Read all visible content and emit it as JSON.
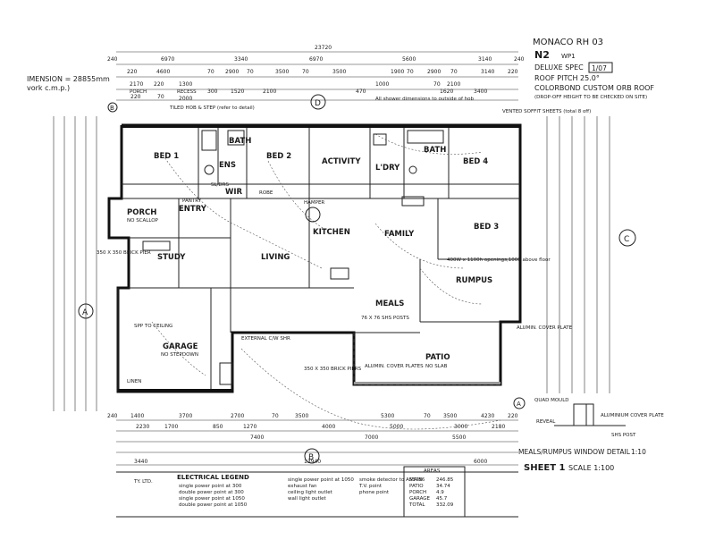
{
  "title_block": {
    "plan_name": "MONACO RH 03",
    "code": "N2",
    "wp": "WP1",
    "spec": "DELUXE SPEC",
    "revision": "1/07",
    "roof_pitch": "ROOF PITCH 25.0°",
    "roof": "COLORBOND CUSTOM ORB ROOF",
    "roof_note": "(DROP-OFF HEIGHT TO BE CHECKED ON SITE)",
    "sheet": "SHEET 1",
    "scale": "SCALE 1:100"
  },
  "dimension_note": {
    "line1": "IMENSION = 28855mm",
    "line2": "vork c.m.p.)"
  },
  "top_dims": {
    "overall": "23720",
    "row2": [
      "240",
      "6970",
      "3340",
      "6970",
      "5600",
      "3140",
      "240"
    ],
    "row3": [
      "220",
      "4600",
      "70",
      "2900",
      "70",
      "3500",
      "70",
      "3500",
      "1900",
      "70",
      "2900",
      "70",
      "3140",
      "220"
    ],
    "row4": [
      "2170",
      "PORCH",
      "220",
      "RECESS",
      "1300",
      "300",
      "1520",
      "2100",
      "470",
      "70",
      "1620",
      "3400"
    ],
    "row5": [
      "220",
      "70",
      "2000",
      "1000",
      "2100"
    ]
  },
  "bottom_dims": {
    "row1": [
      "240",
      "1400",
      "3700",
      "2700",
      "70",
      "3500",
      "5300",
      "70",
      "3500",
      "4230",
      "220"
    ],
    "row2": [
      "2230",
      "1700",
      "850",
      "1270",
      "4000",
      "5000",
      "3000",
      "2180"
    ],
    "row3": [
      "7400",
      "7000",
      "5500"
    ],
    "row4": [
      "3440",
      "13940",
      "6000"
    ]
  },
  "markers": {
    "top": "D",
    "bottom": "B",
    "left": "A",
    "right": "C",
    "right_bottom": "A",
    "left_top": "B"
  },
  "rooms": {
    "bed1": "BED 1",
    "ens": "ENS",
    "bath1": "BATH",
    "bed2": "BED 2",
    "activity": "ACTIVITY",
    "ldry": "L'DRY",
    "bath2": "BATH",
    "bed4": "BED 4",
    "wir": "WIR",
    "porch": "PORCH",
    "entry": "ENTRY",
    "study": "STUDY",
    "living": "LIVING",
    "kitchen": "KITCHEN",
    "family": "FAMILY",
    "bed3": "BED 3",
    "meals": "MEALS",
    "rumpus": "RUMPUS",
    "garage": "GARAGE",
    "patio": "PATIO"
  },
  "notes": {
    "porch_no_scallop": "NO SCALLOP",
    "garage_no_stepdown": "NO STEPDOWN",
    "patio_no_slab": "NO SLAB",
    "spp_to_ceiling": "SPP TO CEILING",
    "external_cw_shr": "EXTERNAL C/W SHR",
    "brick_piers": "350 X 350 BRICK PIERS",
    "brick_pier_left": "350 X 350 BRICK PIER",
    "alumin_cover_plates": "ALUMIN. COVER PLATES",
    "alumin_cover_plate": "ALUMIN. COVER PLATE",
    "hamper": "HAMPER",
    "robe": "ROBE",
    "sl_drs": "SL/DRS",
    "linen": "LINEN",
    "pantry": "PANTRY",
    "vented_soffit": "VENTED SOFFIT SHEETS (total 8 off)",
    "shower_dims": "All shower dimensions to outside of hob",
    "tiled_hob": "TILED HOB & STEP (refer to detail)",
    "sps_post": "76 X 76 SHS POSTS",
    "rumpus_opening": "400W x 1100h openings,1000 above floor",
    "meals_window_detail": "MEALS/RUMPUS WINDOW DETAIL",
    "detail_scale": "1:10",
    "quad_mould": "QUAD MOULD",
    "reveal": "REVEAL",
    "alum_cover_plate_detail": "ALUMINIUM COVER PLATE",
    "shs_post": "SHS POST"
  },
  "areas": {
    "heading": "AREAS",
    "rows": [
      {
        "label": "MAIN",
        "value": "246.85"
      },
      {
        "label": "PATIO",
        "value": "34.74"
      },
      {
        "label": "PORCH",
        "value": "4.9"
      },
      {
        "label": "GARAGE",
        "value": "45.7"
      },
      {
        "label": "TOTAL",
        "value": "332.09"
      }
    ]
  },
  "legend": {
    "heading": "ELECTRICAL LEGEND",
    "col1": [
      "single power point at 300",
      "double power point at 300",
      "single power point at 1050",
      "double power point at 1050"
    ],
    "col2": [
      "single power point at 1050",
      "exhaust fan",
      "ceiling light outlet",
      "wall light outlet"
    ],
    "col3": [
      "smoke detector to AS3786",
      "T.V. point",
      "phone point"
    ]
  },
  "footer_left": "TY. LTD."
}
